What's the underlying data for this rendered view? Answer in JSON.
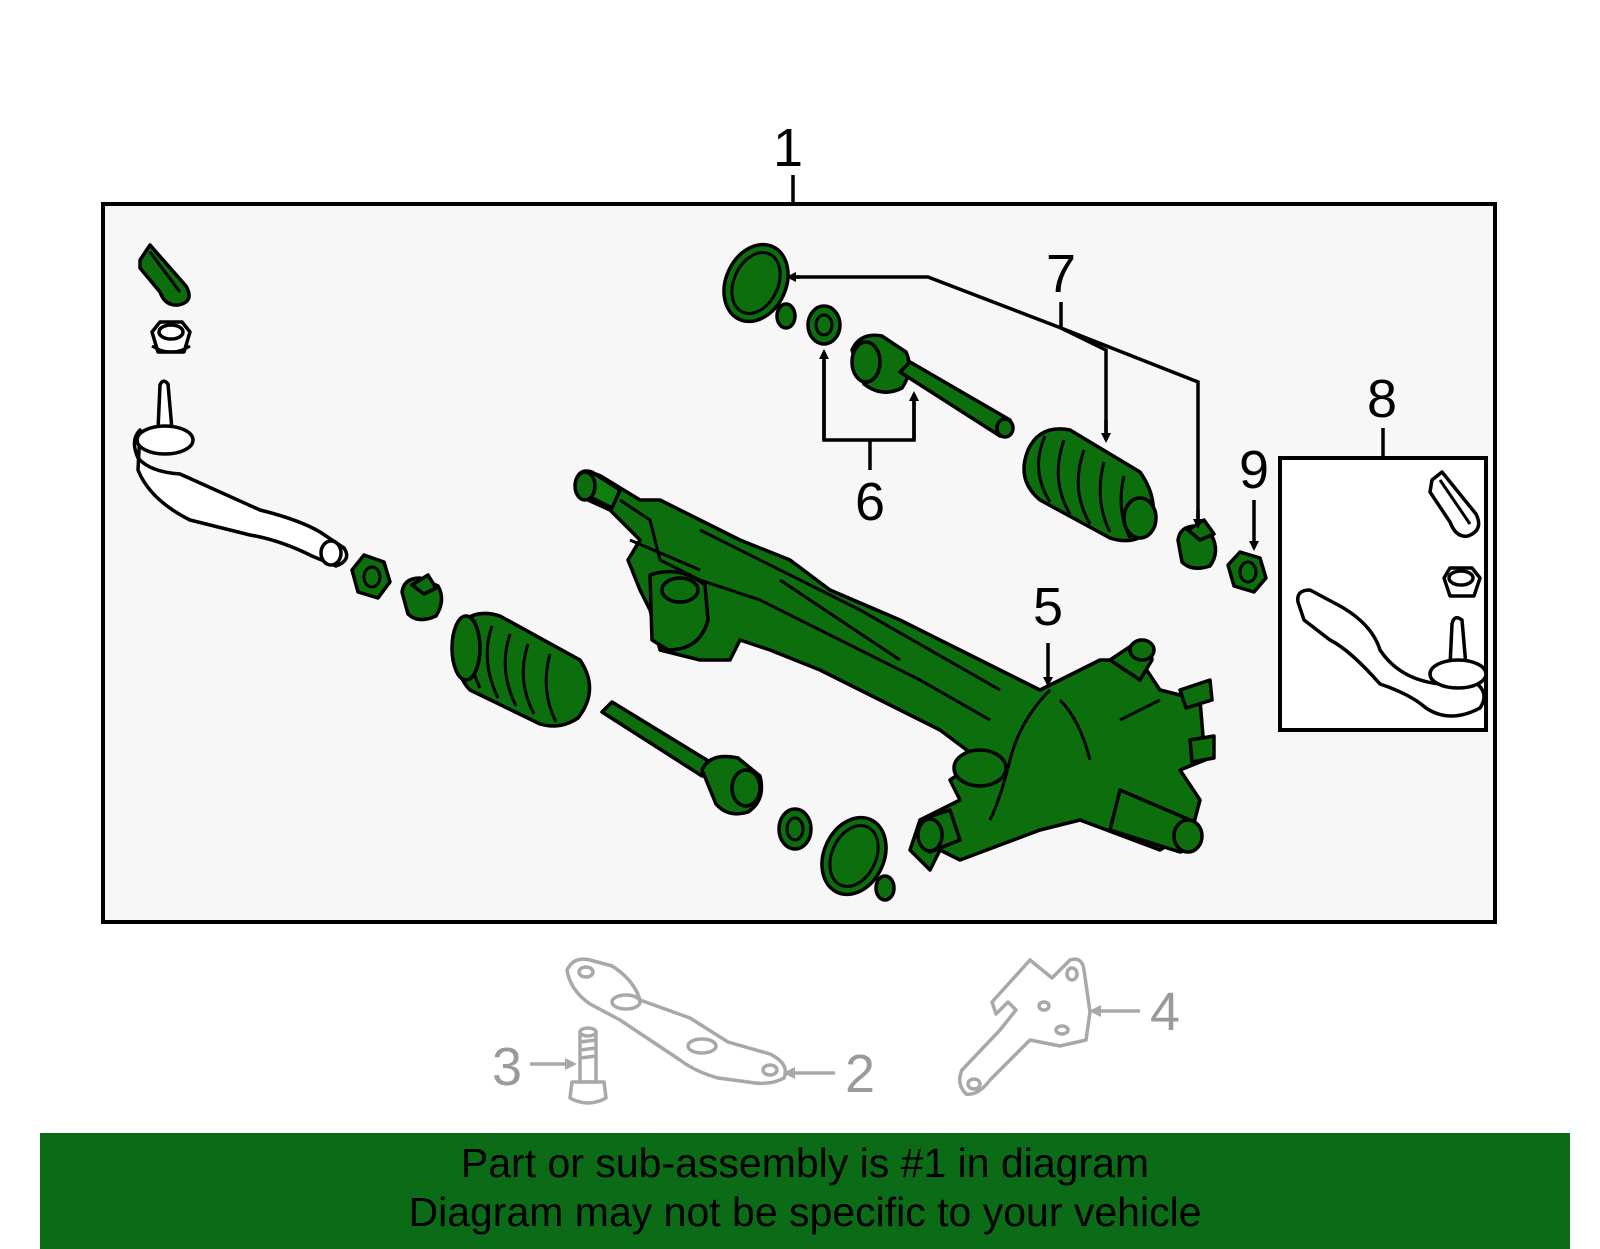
{
  "callouts": {
    "c1": "1",
    "c2": "2",
    "c3": "3",
    "c4": "4",
    "c5": "5",
    "c6": "6",
    "c7": "7",
    "c8": "8",
    "c9": "9"
  },
  "notice": {
    "line1": "Part or sub-assembly is #1 in diagram",
    "line2": "Diagram may not be specific to your vehicle"
  },
  "colors": {
    "highlight_part": "#0c6e0c",
    "banner": "#0b6b16",
    "box_fill": "#f7f7f7",
    "non_included_part": "#a8a8a8"
  }
}
